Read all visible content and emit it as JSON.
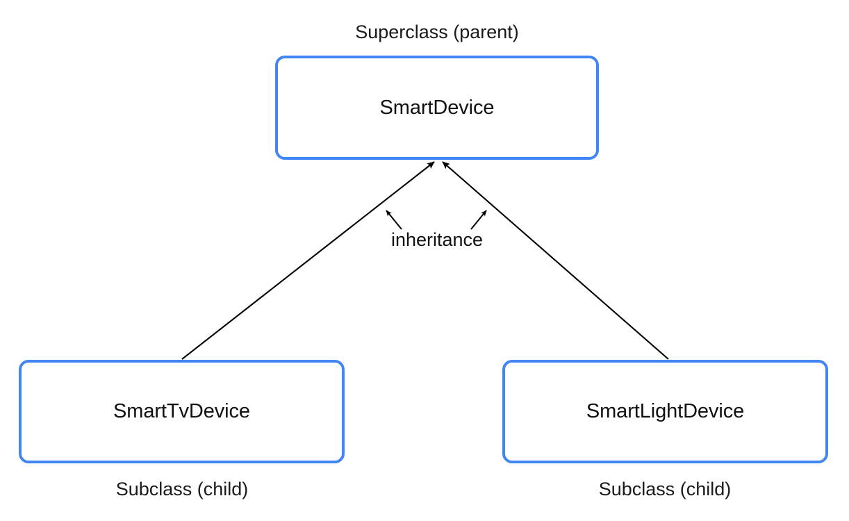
{
  "diagram": {
    "type": "class-inheritance-hierarchy",
    "background_color": "#ffffff",
    "box_border_color": "#4285f4",
    "text_color": "#111111",
    "line_color": "#000000",
    "superclass": {
      "caption": "Superclass (parent)",
      "name": "SmartDevice"
    },
    "subclasses": [
      {
        "caption": "Subclass (child)",
        "name": "SmartTvDevice"
      },
      {
        "caption": "Subclass (child)",
        "name": "SmartLightDevice"
      }
    ],
    "relationship": {
      "label": "inheritance",
      "direction": "subclass-to-superclass"
    }
  }
}
